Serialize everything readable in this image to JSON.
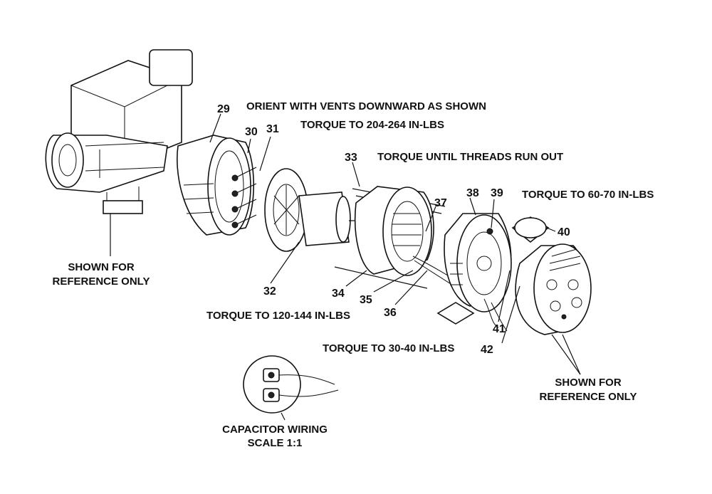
{
  "notes": {
    "orient": "ORIENT WITH VENTS DOWNWARD AS SHOWN",
    "torque_204": "TORQUE TO 204-264 IN-LBS",
    "torque_threads": "TORQUE UNTIL THREADS RUN OUT",
    "torque_60": "TORQUE TO 60-70 IN-LBS",
    "torque_120": "TORQUE TO 120-144 IN-LBS",
    "torque_30": "TORQUE TO 30-40 IN-LBS",
    "ref_left_1": "SHOWN FOR",
    "ref_left_2": "REFERENCE ONLY",
    "ref_right_1": "SHOWN FOR",
    "ref_right_2": "REFERENCE ONLY",
    "capacitor_1": "CAPACITOR WIRING",
    "capacitor_2": "SCALE 1:1"
  },
  "callouts": {
    "p29": "29",
    "p30": "30",
    "p31": "31",
    "p32": "32",
    "p33": "33",
    "p34": "34",
    "p35": "35",
    "p36": "36",
    "p37": "37",
    "p38": "38",
    "p39": "39",
    "p40": "40",
    "p41": "41",
    "p42": "42"
  }
}
